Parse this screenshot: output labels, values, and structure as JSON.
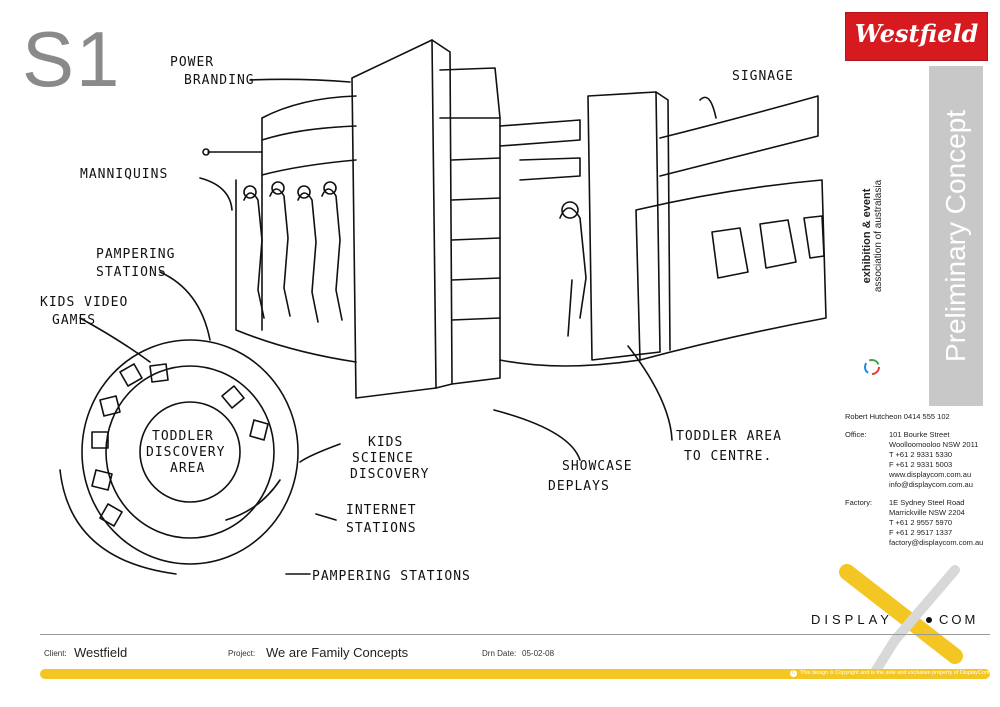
{
  "sheet": {
    "number": "S1"
  },
  "sketch_labels": {
    "power_branding_1": "POWER",
    "power_branding_2": "BRANDING",
    "signage": "SIGNAGE",
    "mannequins": "MANNIQUINS",
    "pampering_stations_1": "PAMPERING",
    "pampering_stations_2": "STATIONS",
    "kids_video_games_1": "KIDS VIDEO",
    "kids_video_games_2": "GAMES",
    "toddler_area_1": "TODDLER",
    "toddler_area_2": "DISCOVERY",
    "toddler_area_3": "AREA",
    "kids_science_1": "KIDS",
    "kids_science_2": "SCIENCE",
    "kids_science_3": "DISCOVERY",
    "internet_1": "INTERNET",
    "internet_2": "STATIONS",
    "pampering_bottom": "PAMPERING STATIONS",
    "showcase_1": "SHOWCASE",
    "showcase_2": "DEPLAYS",
    "toddler_centre_1": "TODDLER AREA",
    "toddler_centre_2": "TO CENTRE."
  },
  "sidebar": {
    "brand": "Westfield",
    "band_title": "Preliminary Concept",
    "association_line1": "exhibition & event",
    "association_line2": "association of australasia",
    "contact_person": "Robert Hutcheon 0414 555 102",
    "office_label": "Office:",
    "office_lines": [
      "101 Bourke Street",
      "Woolloomooloo NSW 2011",
      "T +61 2 9331 5330",
      "F +61 2 9331 5003",
      "www.displaycom.com.au",
      "info@displaycom.com.au"
    ],
    "factory_label": "Factory:",
    "factory_lines": [
      "1E Sydney Steel Road",
      "Marrickville NSW 2204",
      "T +61 2 9557 5970",
      "F +61 2 9517 1337",
      "factory@displaycom.com.au"
    ],
    "logo_text_left": "DISPLAY",
    "logo_text_right": "COM",
    "colors": {
      "brand_red": "#d71920",
      "band_grey": "#c8c8c8",
      "accent_yellow": "#f4c623"
    }
  },
  "footer": {
    "client_label": "Client:",
    "client_value": "Westfield",
    "project_label": "Project:",
    "project_value": "We are Family Concepts",
    "date_label": "Drn Date:",
    "date_value": "05-02-08",
    "copyright_mark": "C",
    "copyright_text": "This design is Copyright and is the sole and exclusive property of DisplayCom"
  }
}
